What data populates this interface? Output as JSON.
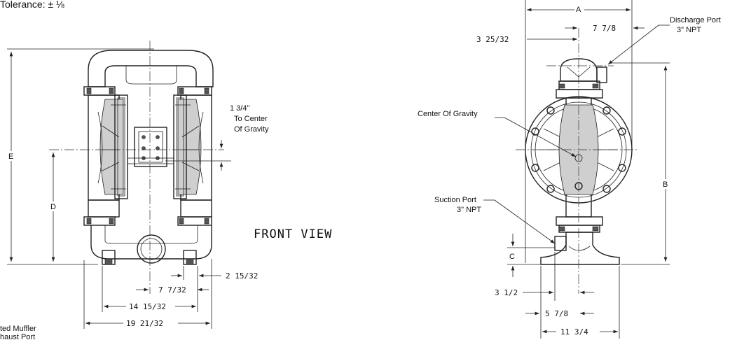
{
  "tolerance": "Tolerance: ± ⅛",
  "front_view": {
    "title": "FRONT VIEW",
    "cog_note": [
      "1 3/4\"",
      "To Center",
      "Of Gravity"
    ],
    "dim_E": "E",
    "dim_D": "D",
    "dim_2_15_32": "2  15/32",
    "dim_7_7_32": "7  7/32",
    "dim_14_15_32": "14  15/32",
    "dim_19_21_32": "19  21/32",
    "muffler_note": [
      "ted Muffler",
      "haust Port"
    ]
  },
  "side_view": {
    "dim_A": "A",
    "dim_3_25_32": "3  25/32",
    "dim_7_7_8": "7  7/8",
    "discharge_port": [
      "Discharge Port",
      "3\" NPT"
    ],
    "center_of_gravity": "Center Of Gravity",
    "suction_port": [
      "Suction Port",
      "3\" NPT"
    ],
    "dim_B": "B",
    "dim_C": "C",
    "dim_3_1_2": "3  1/2",
    "dim_5_7_8": "5  7/8",
    "dim_11_3_4": "11  3/4"
  }
}
